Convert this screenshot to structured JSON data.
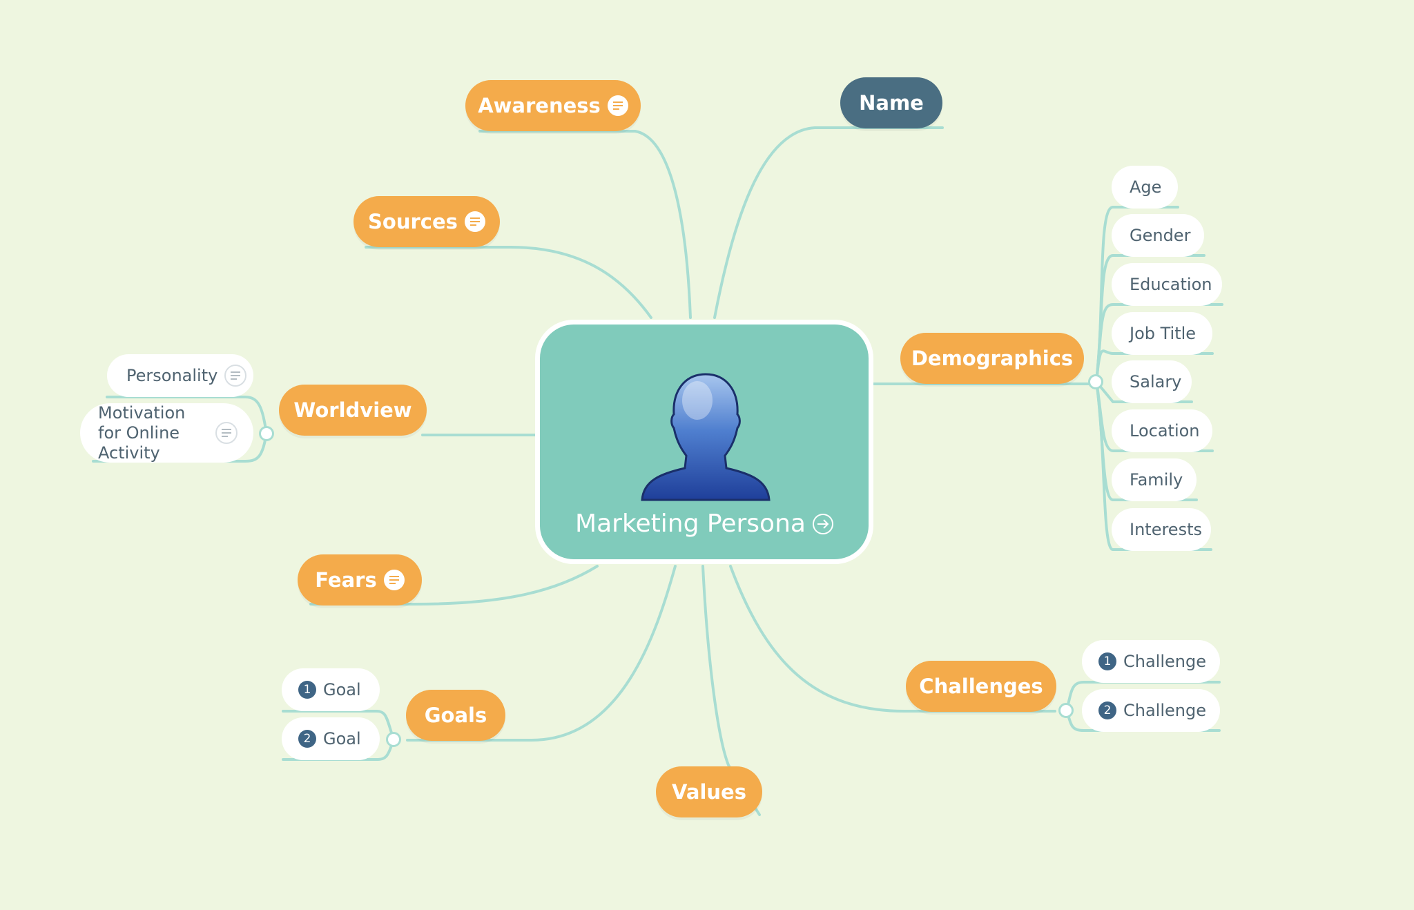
{
  "center": {
    "title": "Marketing Persona",
    "icon": "person-silhouette-icon"
  },
  "topics": {
    "awareness": {
      "label": "Awareness"
    },
    "name": {
      "label": "Name"
    },
    "sources": {
      "label": "Sources"
    },
    "demographics": {
      "label": "Demographics",
      "items": [
        "Age",
        "Gender",
        "Education",
        "Job Title",
        "Salary",
        "Location",
        "Family",
        "Interests"
      ]
    },
    "worldview": {
      "label": "Worldview",
      "items": [
        "Personality",
        "Motivation for Online Activity"
      ]
    },
    "fears": {
      "label": "Fears"
    },
    "goals": {
      "label": "Goals",
      "items": [
        {
          "num": "1",
          "label": "Goal"
        },
        {
          "num": "2",
          "label": "Goal"
        }
      ]
    },
    "values": {
      "label": "Values"
    },
    "challenges": {
      "label": "Challenges",
      "items": [
        {
          "num": "1",
          "label": "Challenge"
        },
        {
          "num": "2",
          "label": "Challenge"
        }
      ]
    }
  },
  "colors": {
    "background": "#eef6e0",
    "topic": "#f4ab4b",
    "name_topic": "#4a6e82",
    "center": "#80cbbb",
    "connector": "#a8ddd2",
    "badge": "#3f6585"
  }
}
